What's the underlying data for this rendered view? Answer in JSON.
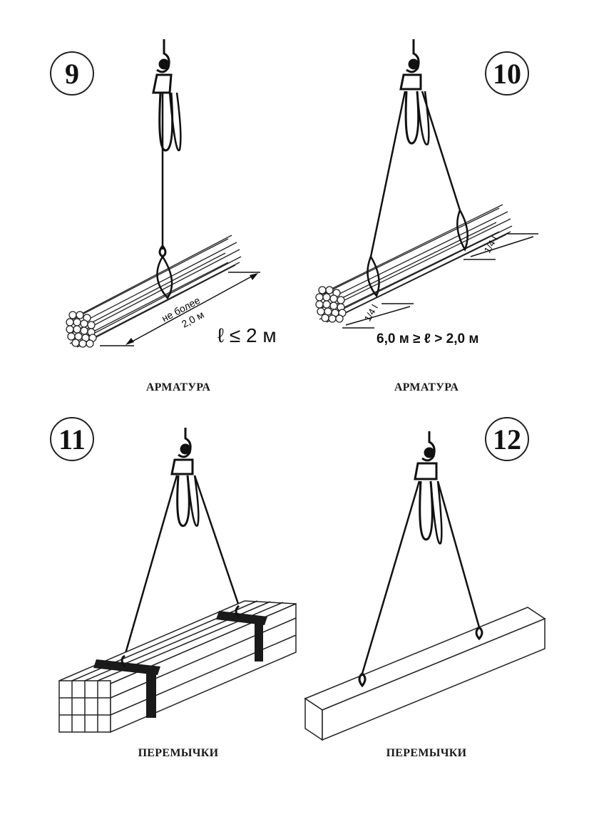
{
  "panels": [
    {
      "number": "9",
      "caption": "АРМАТУРА",
      "dim_label_1": "не более",
      "dim_label_2": "2,0 м",
      "formula": "ℓ ≤ 2 м"
    },
    {
      "number": "10",
      "caption": "АРМАТУРА",
      "dim_left": "1/4 l",
      "dim_right": "1/4 l",
      "formula": "6,0 м ≥ ℓ > 2,0 м"
    },
    {
      "number": "11",
      "caption": "ПЕРЕМЫЧКИ"
    },
    {
      "number": "12",
      "caption": "ПЕРЕМЫЧКИ"
    }
  ]
}
